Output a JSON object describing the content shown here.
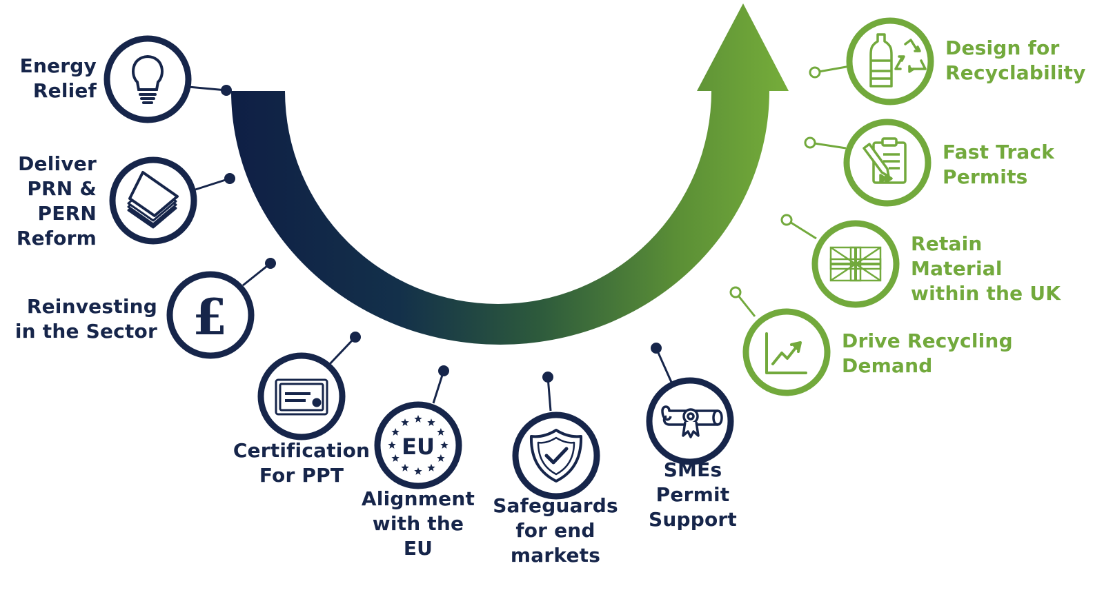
{
  "colors": {
    "navy": "#16254a",
    "green": "#72a93c",
    "arrow_start": "#0f1f45",
    "arrow_end": "#76ad3a"
  },
  "items": [
    {
      "id": "energy-relief",
      "label": "Energy\nRelief",
      "icon": "lightbulb-icon",
      "color": "navy"
    },
    {
      "id": "prn-pern-reform",
      "label": "Deliver\nPRN &\nPERN\nReform",
      "icon": "paper-stack-icon",
      "color": "navy"
    },
    {
      "id": "reinvesting",
      "label": "Reinvesting\nin the Sector",
      "icon": "pound-sign-icon",
      "color": "navy"
    },
    {
      "id": "certification-ppt",
      "label": "Certification\nFor PPT",
      "icon": "certificate-icon",
      "color": "navy"
    },
    {
      "id": "alignment-eu",
      "label": "Alignment\nwith the\nEU",
      "icon": "eu-stars-icon",
      "icon_text": "EU",
      "color": "navy"
    },
    {
      "id": "safeguards",
      "label": "Safeguards\nfor end\nmarkets",
      "icon": "shield-check-icon",
      "color": "navy"
    },
    {
      "id": "smes-permit",
      "label": "SMEs\nPermit\nSupport",
      "icon": "diploma-scroll-icon",
      "color": "navy"
    },
    {
      "id": "drive-recycling",
      "label": "Drive Recycling\nDemand",
      "icon": "rising-chart-icon",
      "color": "green"
    },
    {
      "id": "retain-material",
      "label": "Retain\nMaterial\nwithin the UK",
      "icon": "union-jack-icon",
      "color": "green"
    },
    {
      "id": "fast-track",
      "label": "Fast Track\nPermits",
      "icon": "clipboard-pencil-icon",
      "color": "green"
    },
    {
      "id": "design-recyclability",
      "label": "Design for\nRecyclability",
      "icon": "bottle-recycle-icon",
      "color": "green"
    }
  ]
}
